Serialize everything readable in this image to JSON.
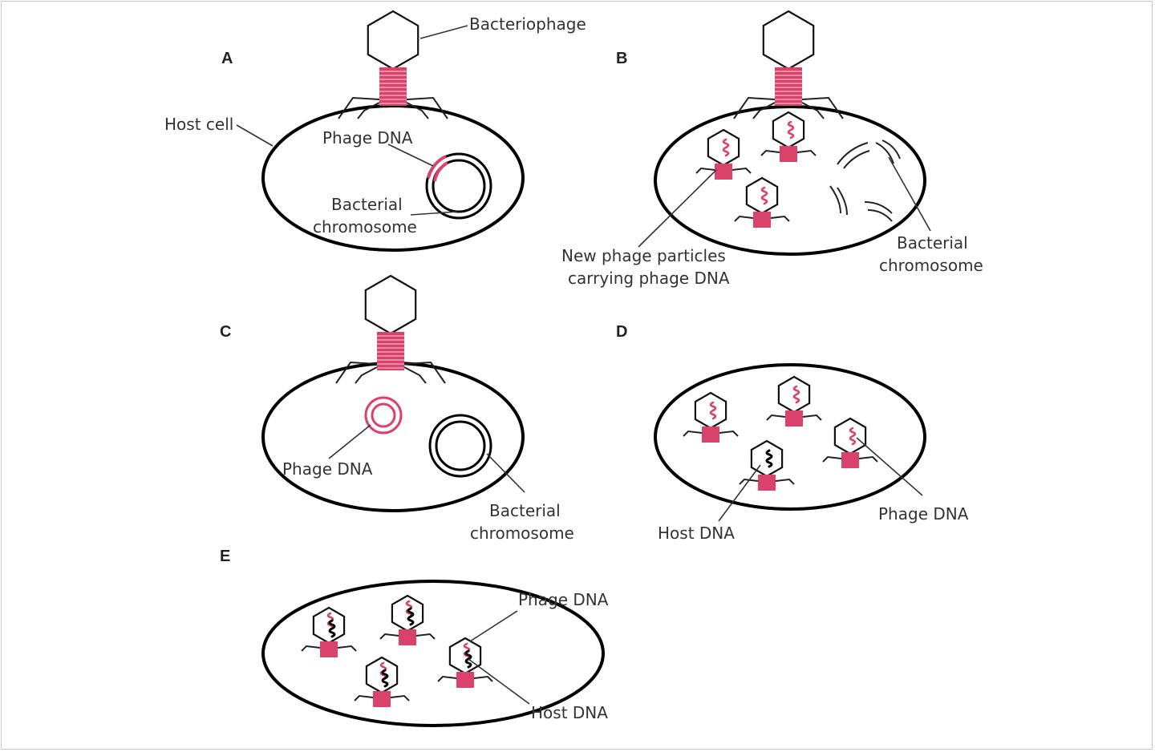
{
  "panels": [
    "A",
    "B",
    "C",
    "D",
    "E"
  ],
  "labels": {
    "bacteriophage": "Bacteriophage",
    "host_cell": "Host cell",
    "phage_dna_a": "Phage DNA",
    "bacterial_a_1": "Bacterial",
    "bacterial_a_2": "chromosome",
    "new_phage_1": "New phage particles",
    "new_phage_2": "carrying phage DNA",
    "bacterial_b_1": "Bacterial",
    "bacterial_b_2": "chromosome",
    "phage_dna_c": "Phage DNA",
    "bacterial_c_1": "Bacterial",
    "bacterial_c_2": "chromosome",
    "host_dna_d": "Host DNA",
    "phage_dna_d": "Phage DNA",
    "phage_dna_e": "Phage DNA",
    "host_dna_e": "Host DNA"
  },
  "colors": {
    "phage": "#d9426a",
    "outline": "#000000",
    "text": "#333333",
    "frame": "#c8c8c8"
  }
}
